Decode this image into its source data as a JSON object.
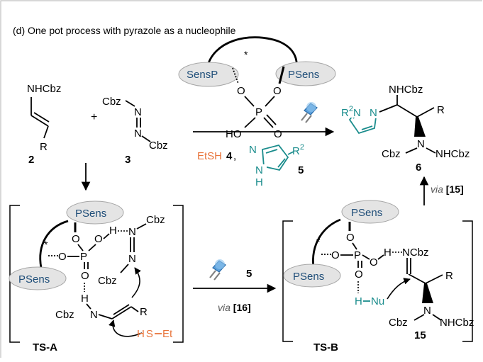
{
  "title": "(d) One pot process with pyrazole as a nucleophile",
  "colors": {
    "blue": "#1f4e79",
    "teal": "#1a8c8c",
    "orange": "#e8743b",
    "grey_label": "#595959",
    "ellipse_fill": "#e4e4e4",
    "ellipse_stroke": "#a6a6a6"
  },
  "compound2": {
    "group": "NHCbz",
    "r": "R",
    "number": "2"
  },
  "plus": "+",
  "compound3": {
    "cbz_top": "Cbz",
    "n_top": "N",
    "n_bottom": "N",
    "cbz_bottom": "Cbz",
    "number": "3"
  },
  "catalyst": {
    "left_group": "SensP",
    "right_group": "PSens",
    "star": "*",
    "o_left": "O",
    "o_right": "O",
    "p": "P",
    "ho": "HO",
    "o_double": "O"
  },
  "conditions": {
    "etsh": "EtSH",
    "etsh_number": "4",
    "comma": ",",
    "n_ring": "N",
    "nh": "N",
    "h": "H",
    "r2": "R",
    "r2_sup": "2",
    "pyrazole_number": "5"
  },
  "product6": {
    "nhcbz_top": "NHCbz",
    "r": "R",
    "r2": "R",
    "r2_sup": "2",
    "n1": "N",
    "n2": "N",
    "cbz": "Cbz",
    "n_center": "N",
    "nhcbz_right": "NHCbz",
    "number": "6"
  },
  "via15": {
    "via": "via",
    "ref": "[15]"
  },
  "ts_a": {
    "label": "TS-A",
    "psens_top": "PSens",
    "psens_bottom": "PSens",
    "star": "*",
    "o1": "O",
    "o2": "O",
    "p": "P",
    "o3": "O",
    "o4": "O",
    "h1": "H",
    "n_top": "N",
    "cbz_top": "Cbz",
    "n_mid": "N",
    "cbz_mid": "Cbz",
    "h2": "H",
    "cbz_n": "Cbz",
    "n_enam": "N",
    "r": "R",
    "h_s": "H",
    "s": "S",
    "et": "Et"
  },
  "middle_arrow": {
    "number": "5",
    "via": "via",
    "ref": "[16]"
  },
  "ts_b": {
    "label": "TS-B",
    "psens_top": "PSens",
    "psens_bottom": "PSens",
    "star": "*",
    "o1": "O",
    "o2": "O",
    "p": "P",
    "o3": "O",
    "o4": "O",
    "h1": "H",
    "ncbz": "NCbz",
    "r": "R",
    "h_nu": "H",
    "nu": "Nu",
    "cbz": "Cbz",
    "n_center": "N",
    "nhcbz": "NHCbz",
    "number": "15"
  }
}
